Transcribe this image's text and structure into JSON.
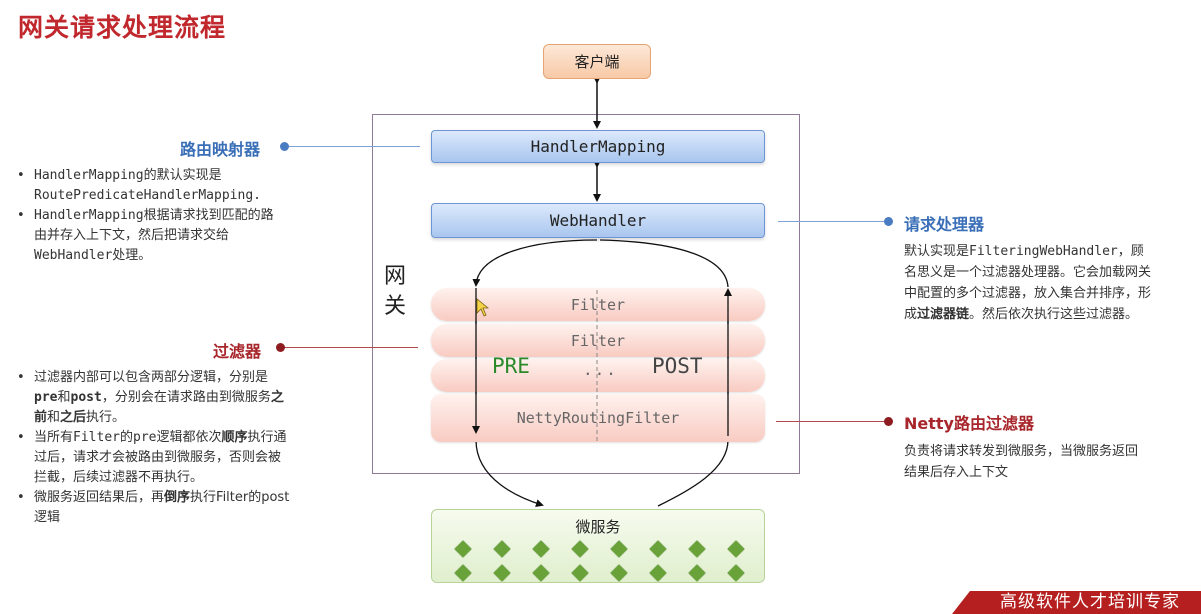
{
  "title": "网关请求处理流程",
  "diagram": {
    "client": "客户端",
    "gateway": "网关",
    "handler_mapping": "HandlerMapping",
    "web_handler": "WebHandler",
    "filters": [
      "Filter",
      "Filter",
      "...",
      "NettyRoutingFilter"
    ],
    "pre": "PRE",
    "post": "POST",
    "microservice": "微服务"
  },
  "annotations": {
    "route_mapper": {
      "title": "路由映射器",
      "bullets": [
        {
          "p1": "HandlerMapping",
          "p2": "的默认实现是",
          "p3": "RoutePredicateHandlerMapping."
        },
        {
          "p1": "HandlerMapping",
          "p2": "根据请求找到匹配的路由并存入上下文，然后把请求交给",
          "p3": "WebHandler",
          "p4": "处理。"
        }
      ]
    },
    "filter": {
      "title": "过滤器",
      "bullets": [
        {
          "p1": "过滤器内部可以包含两部分逻辑，分别是",
          "b1": "pre",
          "p2": "和",
          "b2": "post",
          "p3": "，分别会在请求路由到微服务",
          "b3": "之前",
          "p4": "和",
          "b4": "之后",
          "p5": "执行。"
        },
        {
          "p1": "当所有",
          "m1": "Filter",
          "p2": "的",
          "m2": "pre",
          "p3": "逻辑都依次",
          "b1": "顺序",
          "p4": "执行通过后，请求才会被路由到微服务，否则会被拦截，后续过滤器不再执行。"
        },
        {
          "p1": "微服务返回结果后，再",
          "b1": "倒序",
          "p2": "执行Filter的post逻辑"
        }
      ]
    },
    "request_handler": {
      "title": "请求处理器",
      "p1": "默认实现是",
      "m1": "FilteringWebHandler",
      "p2": "，顾名思义是一个过滤器处理器。它会加载网关中配置的多个过滤器，放入集合并排序，形成",
      "b1": "过滤器链",
      "p3": "。然后依次执行这些过滤器。"
    },
    "netty_filter": {
      "title": "Netty路由过滤器",
      "text": "负责将请求转发到微服务，当微服务返回结果后存入上下文"
    }
  },
  "banner": "高级软件人才培训专家",
  "colors": {
    "title_red": "#c0282d",
    "blue_label": "#3a6fb8",
    "red_label": "#a8262b",
    "pre_green": "#2a8a2a",
    "diamond_green": "#6aa23a"
  }
}
